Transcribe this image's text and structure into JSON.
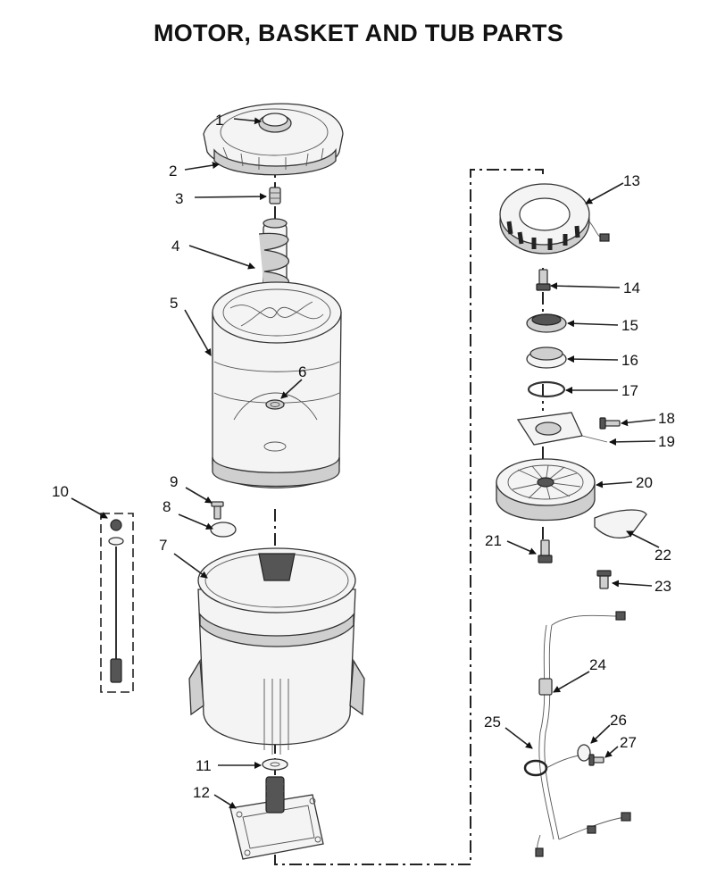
{
  "title": "MOTOR, BASKET AND TUB PARTS",
  "callouts": [
    {
      "num": "1"
    },
    {
      "num": "2"
    },
    {
      "num": "3"
    },
    {
      "num": "4"
    },
    {
      "num": "5"
    },
    {
      "num": "6"
    },
    {
      "num": "7"
    },
    {
      "num": "8"
    },
    {
      "num": "9"
    },
    {
      "num": "10"
    },
    {
      "num": "11"
    },
    {
      "num": "12"
    },
    {
      "num": "13"
    },
    {
      "num": "14"
    },
    {
      "num": "15"
    },
    {
      "num": "16"
    },
    {
      "num": "17"
    },
    {
      "num": "18"
    },
    {
      "num": "19"
    },
    {
      "num": "20"
    },
    {
      "num": "21"
    },
    {
      "num": "22"
    },
    {
      "num": "23"
    },
    {
      "num": "24"
    },
    {
      "num": "25"
    },
    {
      "num": "26"
    },
    {
      "num": "27"
    }
  ]
}
